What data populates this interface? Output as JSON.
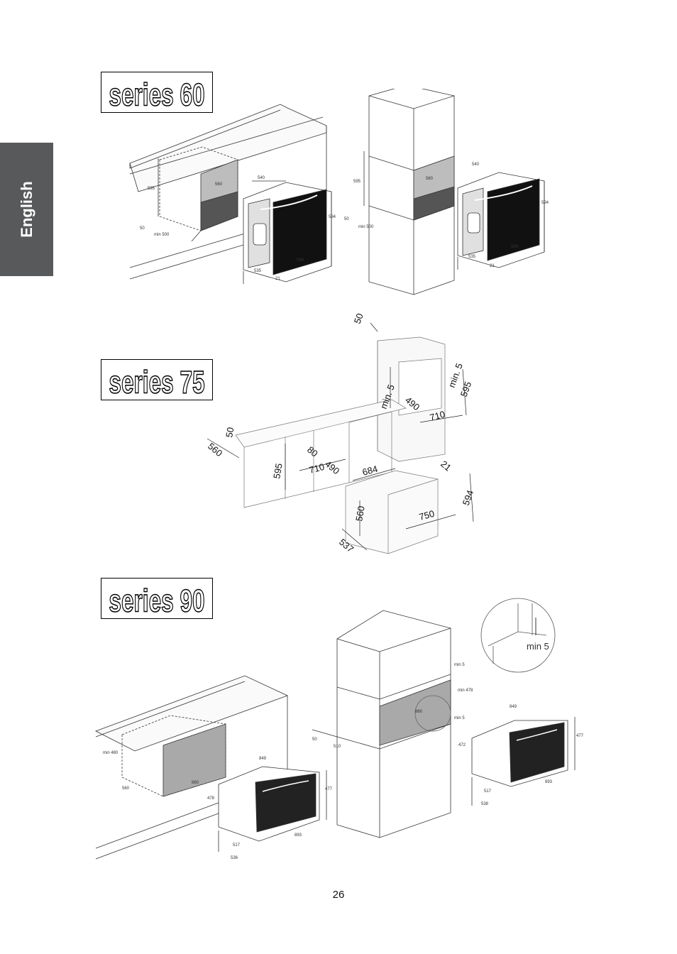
{
  "sidebar": {
    "language": "English"
  },
  "series": [
    {
      "label": "series 60"
    },
    {
      "label": "series 75"
    },
    {
      "label": "series 90"
    }
  ],
  "fig60": {
    "left": {
      "d595": "595",
      "d560": "560",
      "d50": "50",
      "dmin500": "min 500",
      "d540": "540",
      "d594": "594",
      "d535": "535",
      "d594b": "594",
      "d21": "21"
    },
    "right": {
      "d595": "595",
      "d560": "560",
      "d50": "50",
      "dmin500": "min 500",
      "d540": "540",
      "d594": "594",
      "d535": "535",
      "d594b": "594",
      "d21": "21"
    }
  },
  "fig75": {
    "d50top": "50",
    "dmin5a": "min. 5",
    "dmin5b": "min. 5",
    "d595a": "595",
    "d490": "490",
    "d710a": "710",
    "d50": "50",
    "d560": "560",
    "d595b": "595",
    "d80": "80",
    "d710b": "710",
    "d490b": "490",
    "d684": "684",
    "d21": "21",
    "d594": "594",
    "d560b": "560",
    "d750": "750",
    "d537": "537"
  },
  "fig90": {
    "dmin480": "min 480",
    "d560": "560",
    "d860": "860",
    "d849": "849",
    "d478": "478",
    "d477": "477",
    "d517": "517",
    "d536": "536",
    "d893": "893",
    "d50": "50",
    "d510": "510",
    "d860b": "860",
    "dmin5": "min 5",
    "dmin478": "min 478",
    "dmin5b": "min 5",
    "d849b": "849",
    "d477b": "477",
    "d472": "472",
    "d517b": "517",
    "d538": "538",
    "d893b": "893",
    "detail": "min 5"
  },
  "footer": {
    "page_number": "26"
  }
}
